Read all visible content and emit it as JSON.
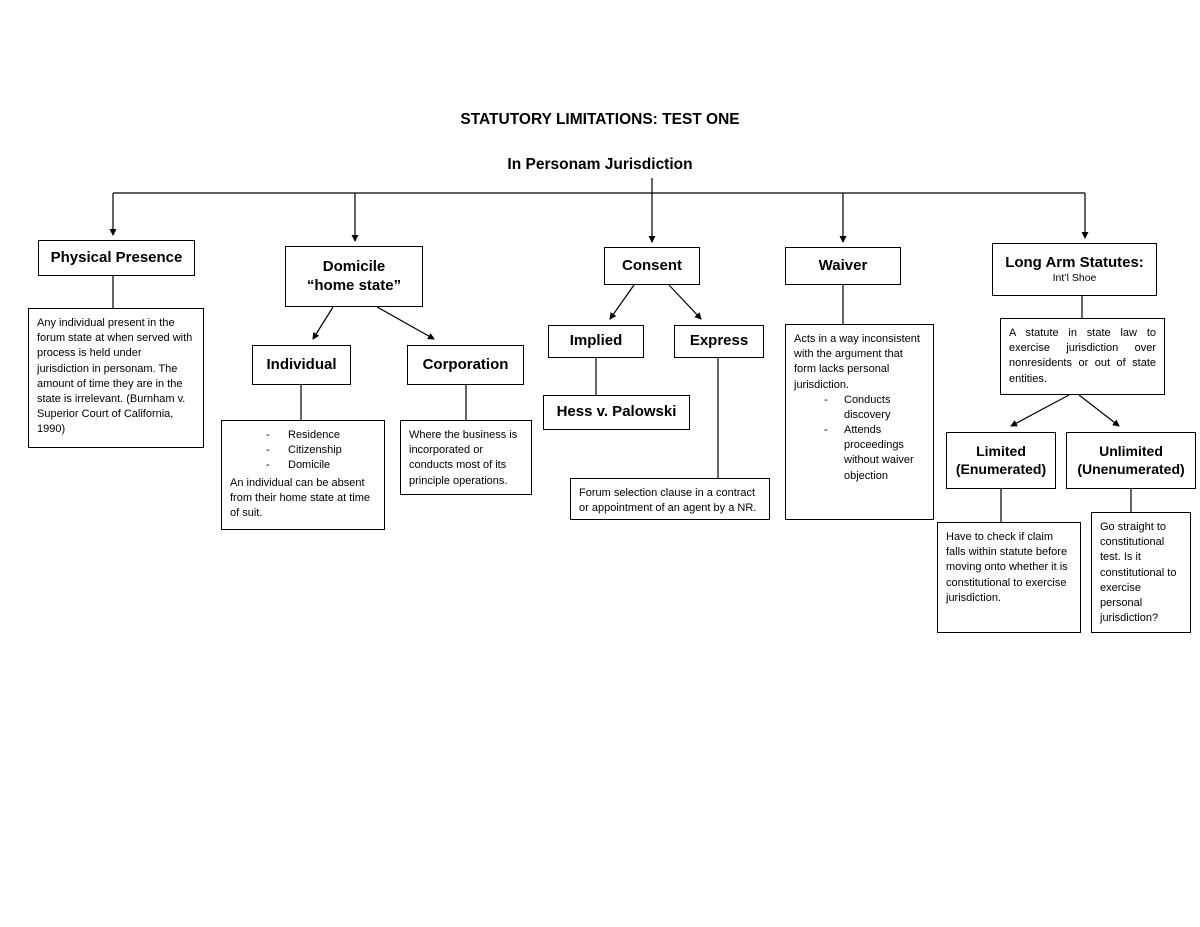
{
  "title": "STATUTORY LIMITATIONS: TEST ONE",
  "subtitle": "In Personam Jurisdiction",
  "physical_presence": {
    "label": "Physical Presence",
    "description": "Any individual present in the forum state at when served with process is held under jurisdiction in personam. The amount of time they are in the state is irrelevant. (Burnham v. Superior Court of California, 1990)"
  },
  "domicile": {
    "label": "Domicile",
    "sublabel": "“home state”",
    "individual": {
      "label": "Individual",
      "bullets": [
        "Residence",
        "Citizenship",
        "Domicile"
      ],
      "note": "An individual can be absent from their home state at time of suit."
    },
    "corporation": {
      "label": "Corporation",
      "description": "Where the business is incorporated or conducts most of its principle operations."
    }
  },
  "consent": {
    "label": "Consent",
    "implied": {
      "label": "Implied",
      "case": "Hess v. Palowski"
    },
    "express": {
      "label": "Express",
      "description": "Forum selection clause in a contract or appointment of an agent by a NR."
    }
  },
  "waiver": {
    "label": "Waiver",
    "description": "Acts in a way inconsistent with the argument that form lacks personal jurisdiction.",
    "bullets": [
      "Conducts discovery",
      "Attends proceedings without waiver objection"
    ]
  },
  "long_arm": {
    "label": "Long Arm Statutes:",
    "sublabel": "Int’l Shoe",
    "description": "A statute in state law to exercise jurisdiction over nonresidents or out of state entities.",
    "limited": {
      "label": "Limited",
      "sublabel": "(Enumerated)",
      "description": "Have to check if claim falls within statute before moving onto whether it is constitutional to exercise jurisdiction."
    },
    "unlimited": {
      "label": "Unlimited",
      "sublabel": "(Unenumerated)",
      "description": "Go straight to constitutional test.  Is it constitutional to exercise personal jurisdiction?"
    }
  }
}
